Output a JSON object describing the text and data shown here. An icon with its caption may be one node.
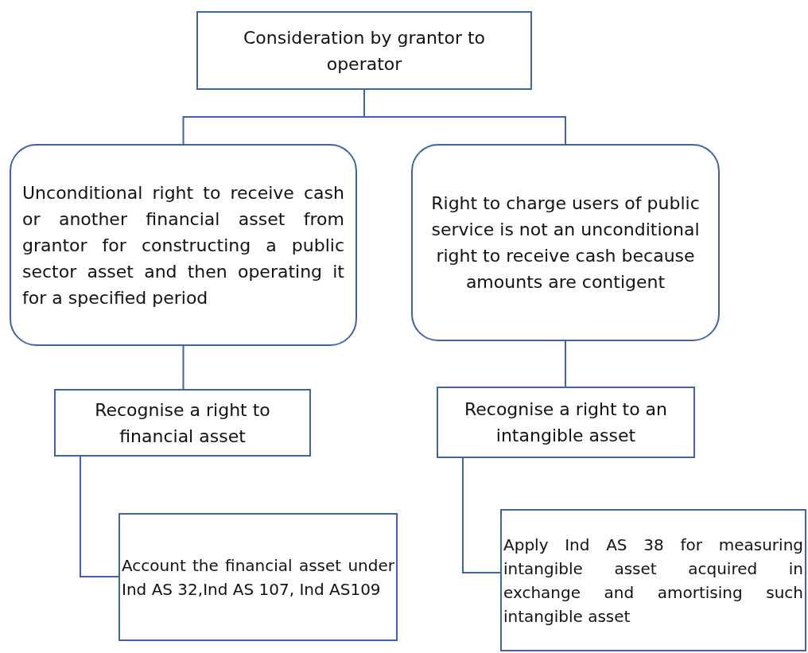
{
  "diagram": {
    "nodes": [
      {
        "text": [
          "Consideration by grantor to operator"
        ]
      },
      {
        "text": [
          "Unconditional right to receive cash or another financial asset from grantor for constructing a public sector asset and then operating it for a specified period"
        ]
      },
      {
        "text": [
          "Right to charge users of public service is not an unconditional right to receive cash because amounts are contigent"
        ]
      },
      {
        "text": [
          "Recognise a right to financial asset"
        ]
      },
      {
        "text": [
          "Recognise a right to an intangible asset"
        ]
      },
      {
        "text": [
          "Account the financial asset under Ind AS 32,Ind AS 107, Ind AS109"
        ]
      },
      {
        "text": [
          "Apply Ind AS 38 for measuring intangible asset acquired in exchange and amortising such intangible asset"
        ]
      }
    ],
    "edges": [
      {
        "from": 0,
        "to": 1,
        "arrow": "none"
      },
      {
        "from": 0,
        "to": 2,
        "arrow": "none"
      },
      {
        "from": 1,
        "to": 3,
        "arrow": "none"
      },
      {
        "from": 2,
        "to": 4,
        "arrow": "none"
      },
      {
        "from": 3,
        "to": 5,
        "arrow": "none"
      },
      {
        "from": 4,
        "to": 6,
        "arrow": "none"
      }
    ]
  }
}
